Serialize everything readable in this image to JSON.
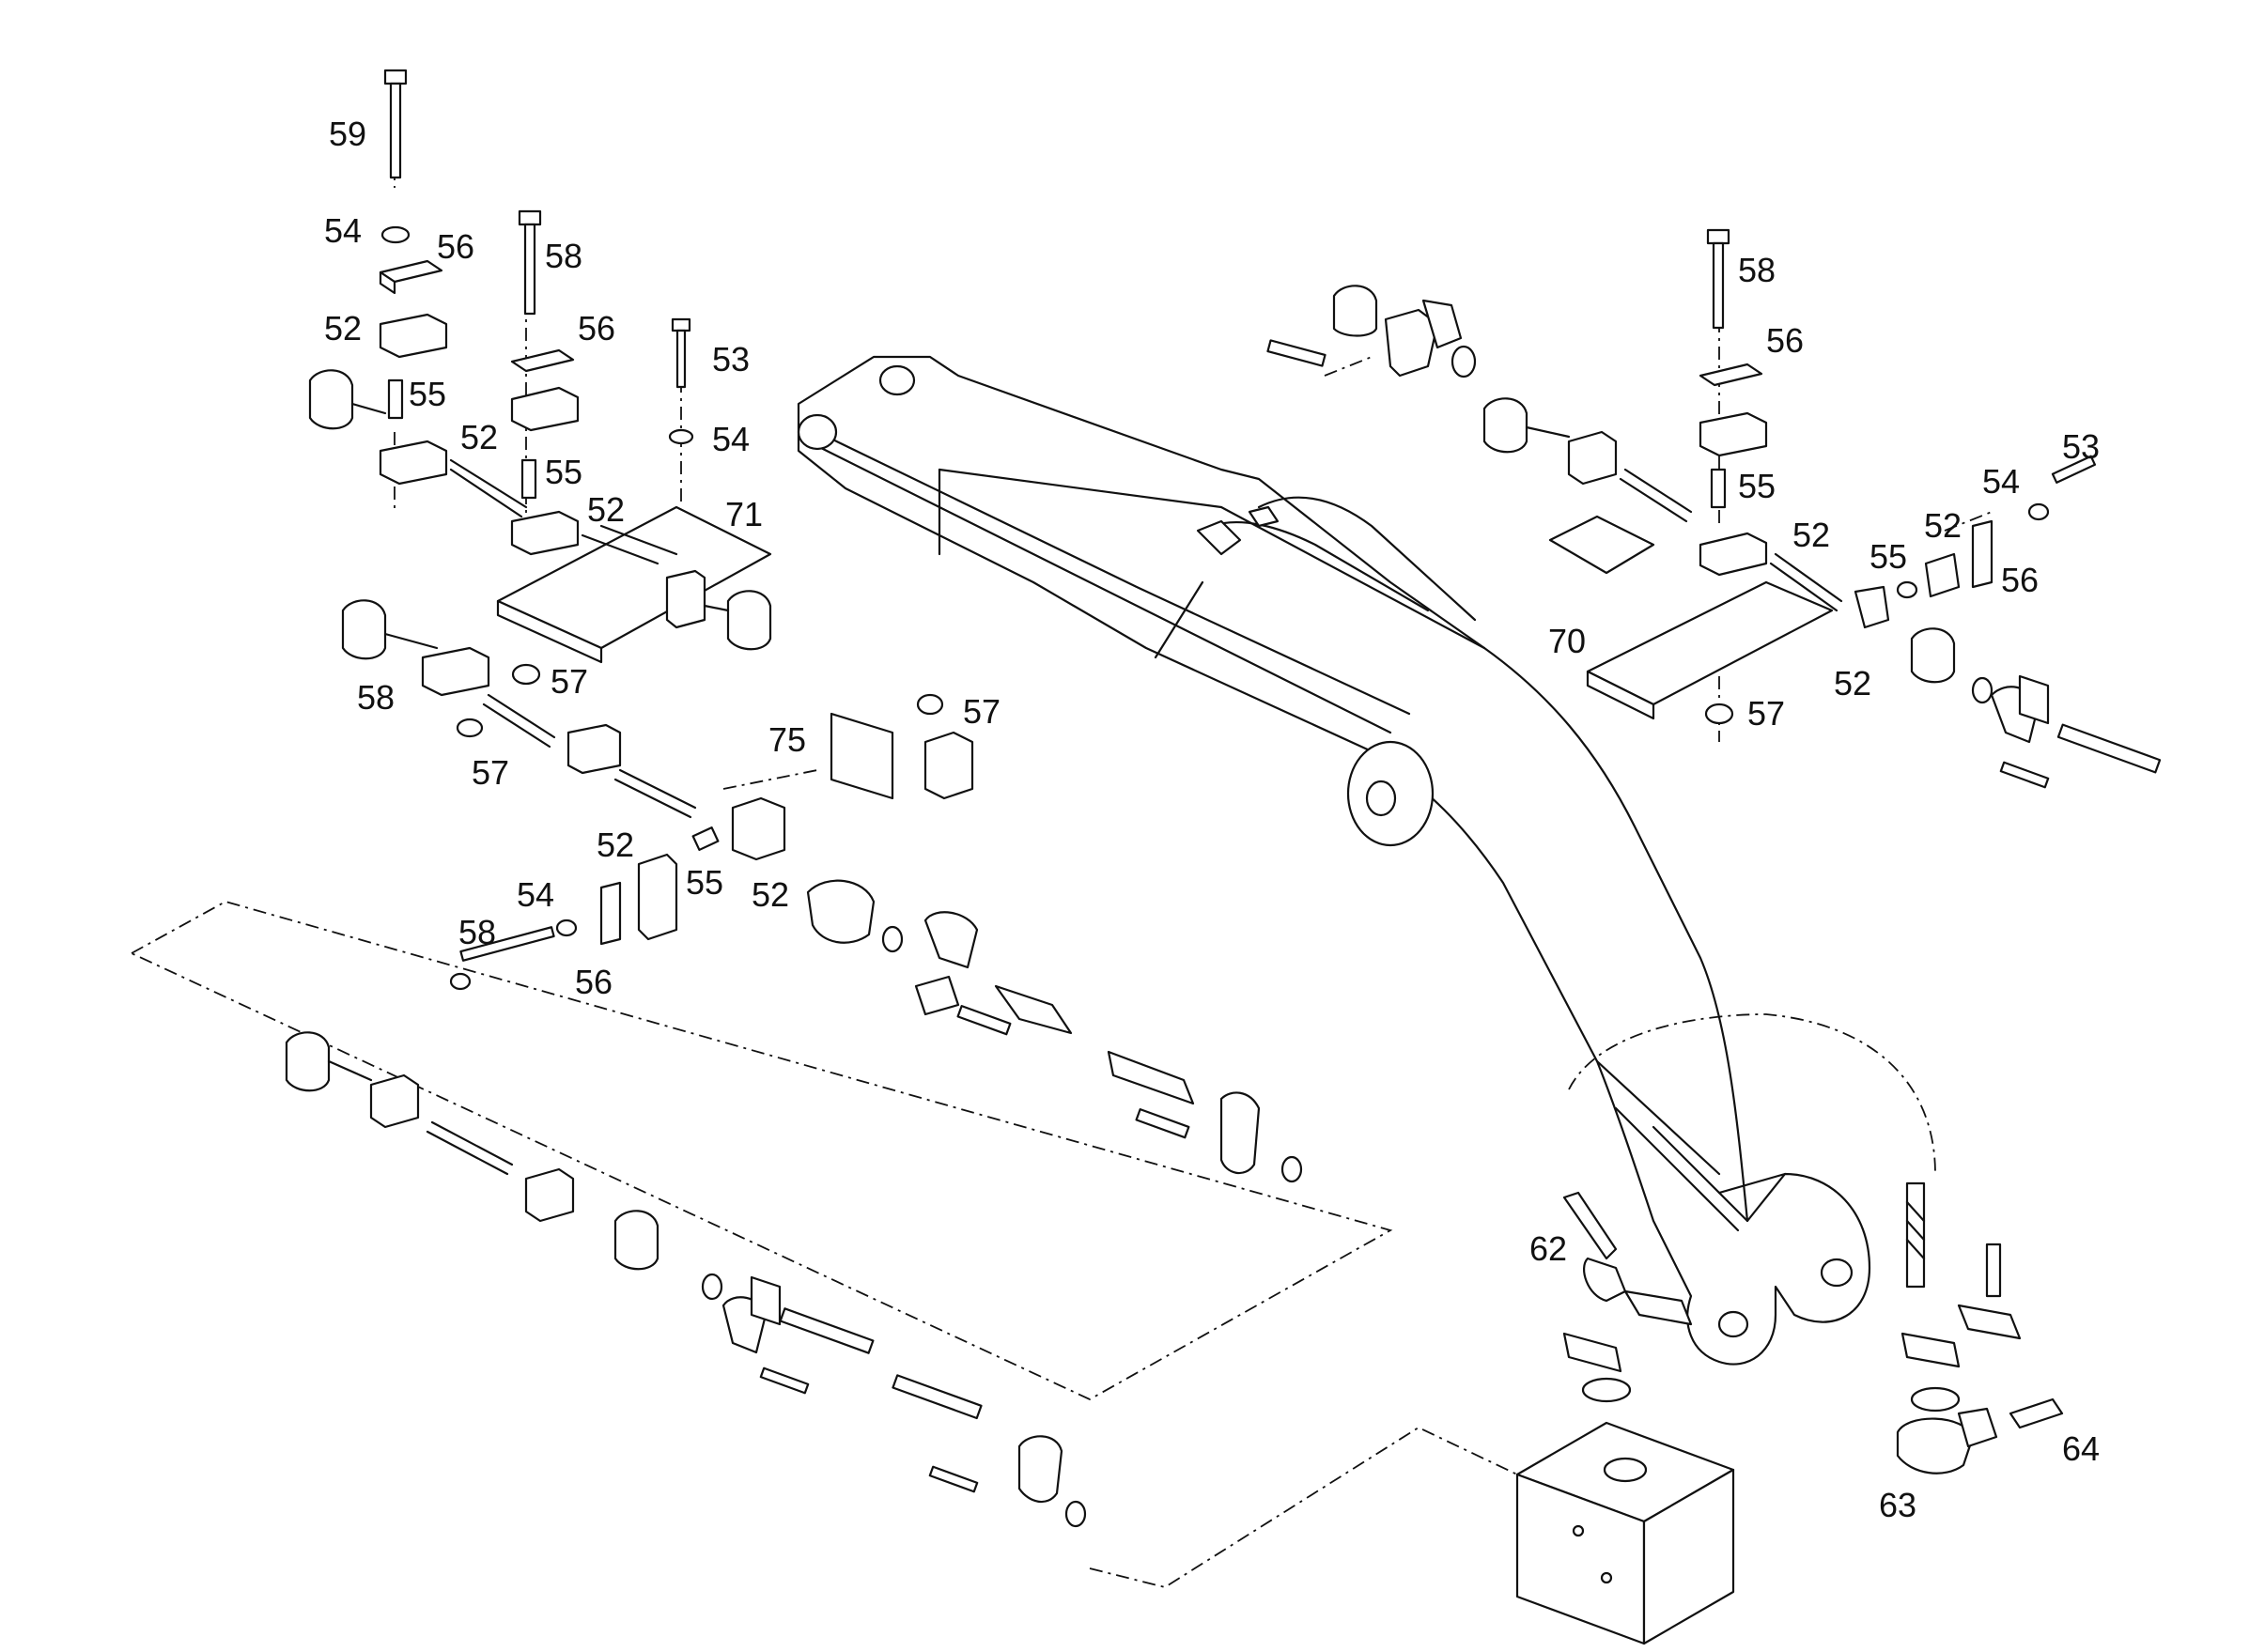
{
  "diagram": {
    "callouts": {
      "c59a": "59",
      "c54a": "54",
      "c56a": "56",
      "c52a": "52",
      "c55a": "55",
      "c58a": "58",
      "c56b": "56",
      "c53a": "53",
      "c54b": "54",
      "c52b": "52",
      "c55b": "55",
      "c52c": "52",
      "c71": "71",
      "c58b": "58",
      "c57a": "57",
      "c57b": "57",
      "c75": "75",
      "c57c": "57",
      "c52d": "52",
      "c55c": "55",
      "c52e": "52",
      "c54c": "54",
      "c58c": "58",
      "c56c": "56",
      "c58d": "58",
      "c56d": "56",
      "c55d": "55",
      "c52f": "52",
      "c53b": "53",
      "c54d": "54",
      "c52g": "52",
      "c55e": "55",
      "c56e": "56",
      "c70": "70",
      "c52h": "52",
      "c57d": "57",
      "c62": "62",
      "c64": "64",
      "c63": "63"
    }
  }
}
